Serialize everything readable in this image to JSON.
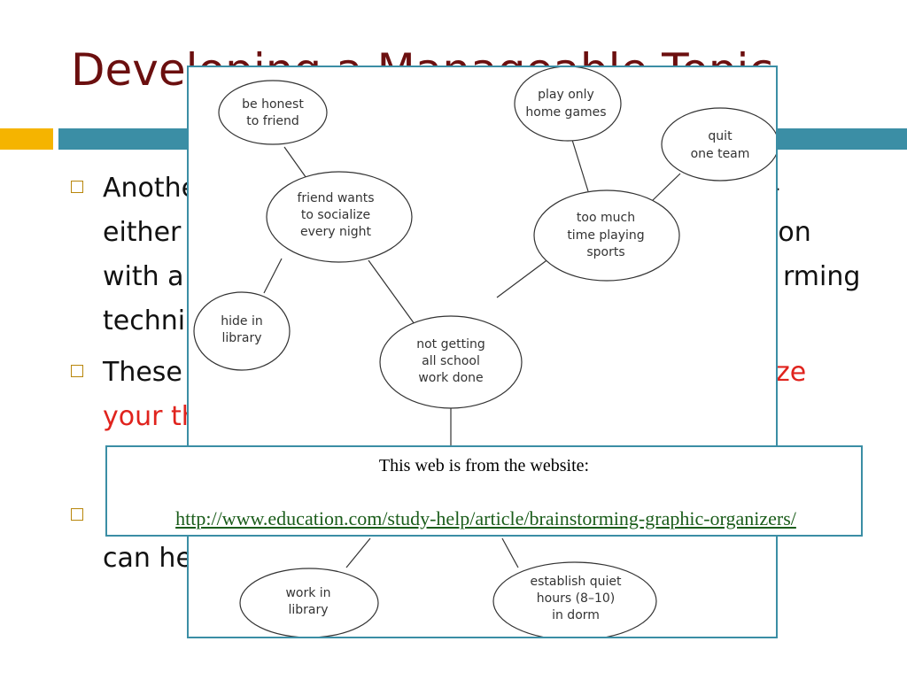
{
  "slide": {
    "title": "Developing a Manageable Topic",
    "bullets": [
      {
        "lines": [
          "Another",
          "either",
          "with a",
          "techni"
        ]
      },
      {
        "lines": [
          "These"
        ],
        "red_fragments": [
          "ze",
          "your th"
        ]
      },
      {
        "lines": [
          "can he"
        ]
      }
    ],
    "hidden_fragments": [
      "-",
      "ion",
      "rming"
    ]
  },
  "web": {
    "nodes": [
      {
        "id": "be-honest",
        "lines": [
          "be honest",
          "to friend"
        ]
      },
      {
        "id": "friend-wants",
        "lines": [
          "friend wants",
          "to socialize",
          "every night"
        ]
      },
      {
        "id": "hide-in-library",
        "lines": [
          "hide in",
          "library"
        ]
      },
      {
        "id": "not-getting",
        "lines": [
          "not getting",
          "all school",
          "work done"
        ]
      },
      {
        "id": "play-only",
        "lines": [
          "play only",
          "home games"
        ]
      },
      {
        "id": "quit-one-team",
        "lines": [
          "quit",
          "one team"
        ]
      },
      {
        "id": "too-much",
        "lines": [
          "too much",
          "time playing",
          "sports"
        ]
      },
      {
        "id": "work-in-library",
        "lines": [
          "work in",
          "library"
        ]
      },
      {
        "id": "establish-quiet",
        "lines": [
          "establish quiet",
          "hours (8–10)",
          "in dorm"
        ]
      }
    ]
  },
  "source": {
    "label": "This web is from the website:",
    "url": "http://www.education.com/study-help/article/brainstorming-graphic-organizers/"
  },
  "colors": {
    "title": "#6b0f0f",
    "accent_bar_left": "#f5b400",
    "accent_bar_right": "#3b8ea5",
    "panel_border": "#3b8ea5",
    "link": "#1a5c1a",
    "highlight_text": "#e0231d"
  }
}
